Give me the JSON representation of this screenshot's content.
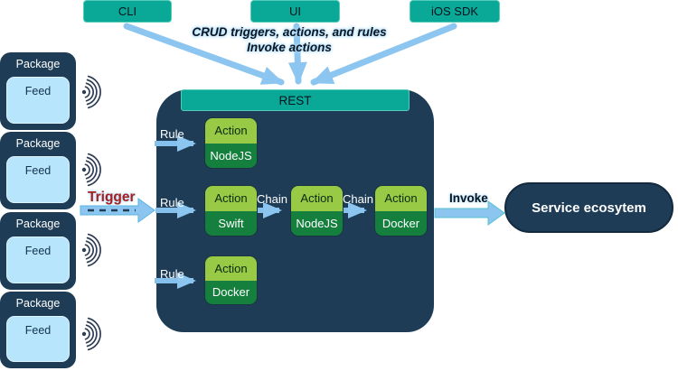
{
  "clients": {
    "cli": "CLI",
    "ui": "UI",
    "ios_sdk": "iOS SDK"
  },
  "annotations": {
    "crud_line1": "CRUD triggers, actions, and rules",
    "crud_line2": "Invoke actions",
    "trigger": "Trigger",
    "invoke": "Invoke"
  },
  "rest": {
    "label": "REST"
  },
  "packages": [
    {
      "title": "Package",
      "feed": "Feed"
    },
    {
      "title": "Package",
      "feed": "Feed"
    },
    {
      "title": "Package",
      "feed": "Feed"
    },
    {
      "title": "Package",
      "feed": "Feed"
    }
  ],
  "rows": [
    {
      "rule": "Rule"
    },
    {
      "rule": "Rule"
    },
    {
      "rule": "Rule"
    }
  ],
  "chains": [
    "Chain",
    "Chain"
  ],
  "actions": [
    {
      "label": "Action",
      "runtime": "NodeJS"
    },
    {
      "label": "Action",
      "runtime": "Swift"
    },
    {
      "label": "Action",
      "runtime": "NodeJS"
    },
    {
      "label": "Action",
      "runtime": "Docker"
    },
    {
      "label": "Action",
      "runtime": "Docker"
    }
  ],
  "service": {
    "label": "Service ecosytem"
  },
  "colors": {
    "teal": "#0aa896",
    "navy": "#1e3c55",
    "action_light_green": "#98ca45",
    "action_dark_green": "#15803d",
    "arrow_light_blue": "#8cc6f0",
    "feed_light_blue": "#b6e5fc",
    "trigger_red": "#a81d1d"
  }
}
